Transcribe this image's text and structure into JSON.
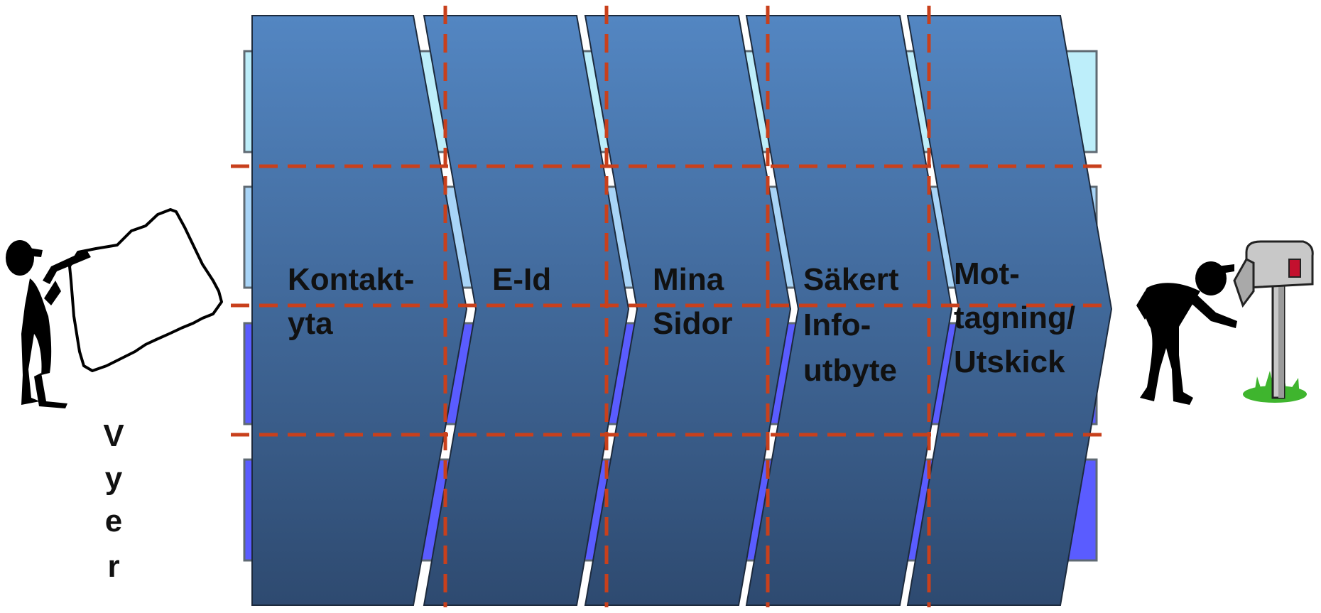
{
  "stages": [
    {
      "id": "kontaktyta",
      "lines": [
        "Kontakt-",
        "yta"
      ]
    },
    {
      "id": "eid",
      "lines": [
        "E-Id"
      ]
    },
    {
      "id": "mina-sidor",
      "lines": [
        "Mina",
        "Sidor"
      ]
    },
    {
      "id": "sakert-infoutbyte",
      "lines": [
        "Säkert",
        "Info-",
        "utbyte"
      ]
    },
    {
      "id": "mottagning-utskick",
      "lines": [
        "Mot-",
        "tagning/",
        "Utskick"
      ]
    }
  ],
  "vertical_label": [
    "V",
    "y",
    "e",
    "r"
  ],
  "colors": {
    "chevron_top": "#5386c2",
    "chevron_bottom": "#2e4a70",
    "band_light": "#bdeefa",
    "band_mid": "#a8d4f7",
    "band_dark": "#5a5cff",
    "band_stroke": "#5f6a73",
    "grid_dash": "#c8401c"
  },
  "icons": {
    "left": "person-holding-sign-icon",
    "right": "person-at-mailbox-icon"
  }
}
